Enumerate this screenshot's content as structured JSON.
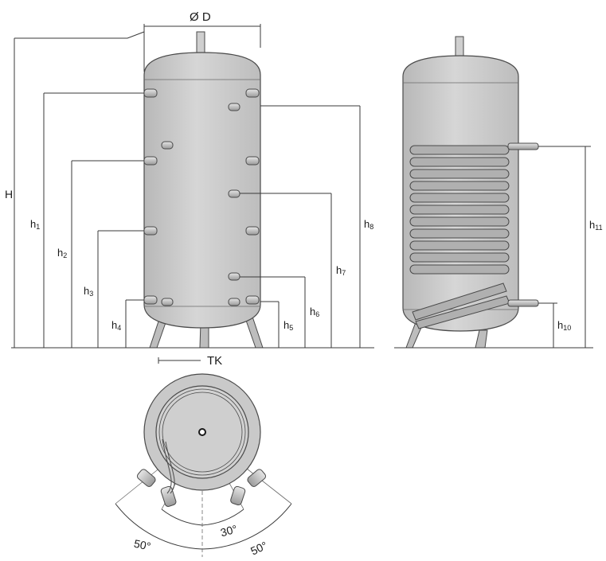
{
  "labels": {
    "diameter": "Ø D",
    "H": "H",
    "h1": "h",
    "h1_sub": "1",
    "h2": "h",
    "h2_sub": "2",
    "h3": "h",
    "h3_sub": "3",
    "h4": "h",
    "h4_sub": "4",
    "h5": "h",
    "h5_sub": "5",
    "h6": "h",
    "h6_sub": "6",
    "h7": "h",
    "h7_sub": "7",
    "h8": "h",
    "h8_sub": "8",
    "h10": "h",
    "h10_sub": "10",
    "h11": "h",
    "h11_sub": "11",
    "tk": "TK",
    "angle_left": "50°",
    "angle_center": "30°",
    "angle_right": "50°"
  },
  "colors": {
    "tank_fill": "#c9c9c9",
    "tank_stroke": "#4a4a4a",
    "coil_fill": "#b3b3b3",
    "line": "#3a3a3a",
    "text": "#1a1a1a"
  }
}
